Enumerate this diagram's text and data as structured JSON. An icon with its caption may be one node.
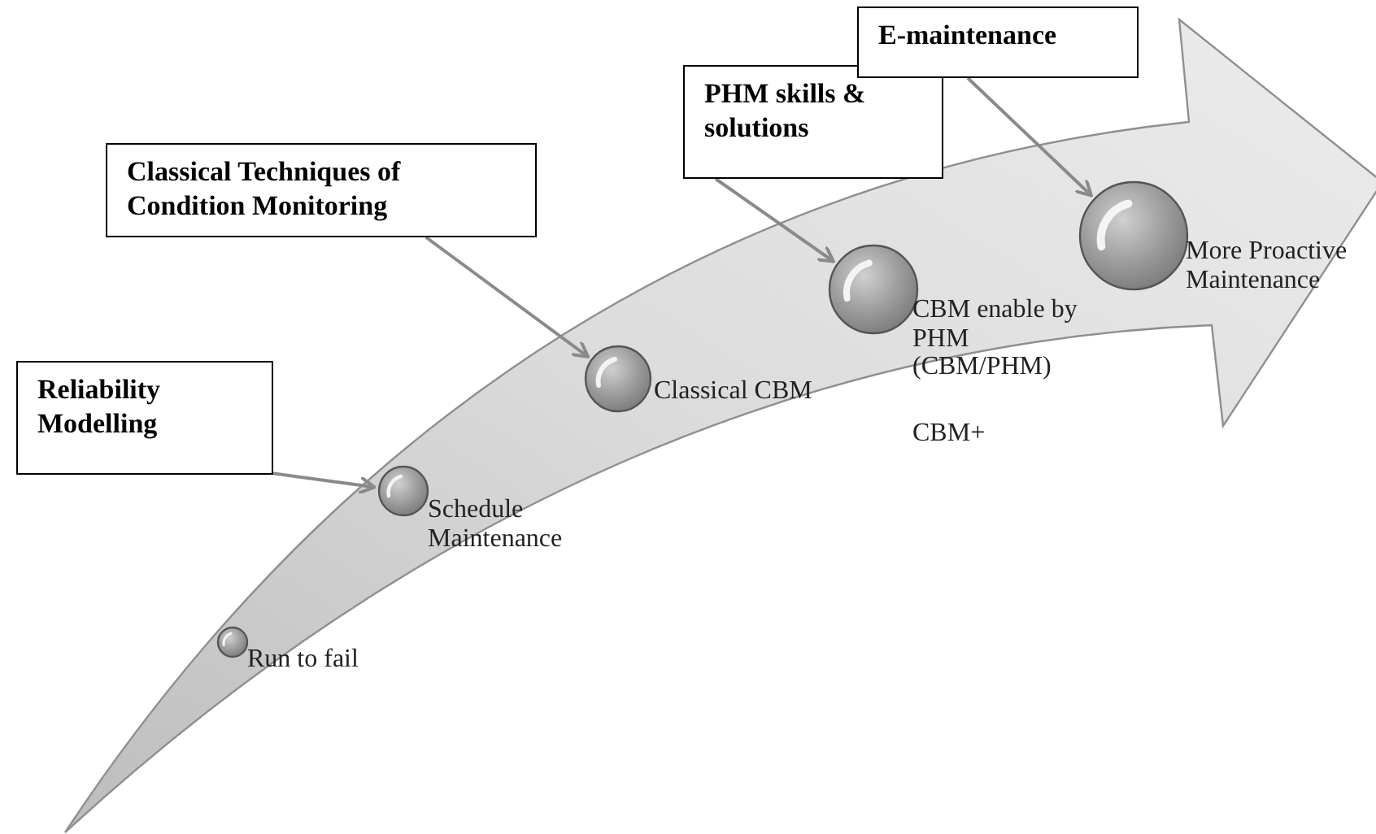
{
  "diagram": {
    "nodes": [
      {
        "text": [
          "Reliability Modelling"
        ]
      },
      {
        "text": [
          "Classical Techniques of Condition Monitoring"
        ]
      },
      {
        "text": [
          "PHM skills & solutions"
        ]
      },
      {
        "text": [
          "E-maintenance"
        ]
      },
      {
        "text": [],
        "shape": "circle",
        "beside": [
          "Run to fail"
        ]
      },
      {
        "text": [],
        "shape": "circle",
        "beside": [
          "Schedule Maintenance"
        ]
      },
      {
        "text": [],
        "shape": "circle",
        "beside": [
          "Classical CBM"
        ]
      },
      {
        "text": [],
        "shape": "circle",
        "beside": [
          "CBM enable by PHM (CBM/PHM)",
          "CBM+"
        ]
      },
      {
        "text": [],
        "shape": "circle",
        "beside": [
          "More Proactive Maintenance"
        ]
      }
    ],
    "edges": [
      {
        "from": 0,
        "to": 5,
        "arrow": "to"
      },
      {
        "from": 1,
        "to": 6,
        "arrow": "to"
      },
      {
        "from": 2,
        "to": 7,
        "arrow": "to"
      },
      {
        "from": 3,
        "to": 8,
        "arrow": "to"
      }
    ]
  }
}
